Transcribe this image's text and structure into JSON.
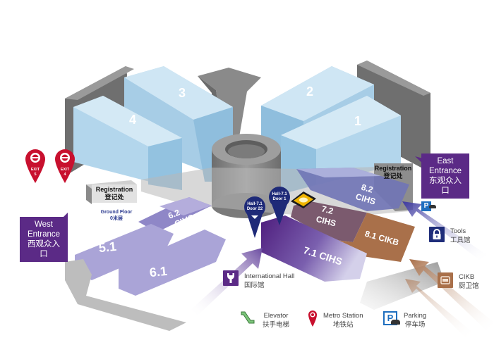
{
  "map": {
    "upper_halls": [
      {
        "id": "hall-4",
        "label": "4"
      },
      {
        "id": "hall-3",
        "label": "3"
      },
      {
        "id": "hall-2",
        "label": "2"
      },
      {
        "id": "hall-1",
        "label": "1"
      }
    ],
    "ground_halls": [
      {
        "id": "hall-5-1",
        "label": "5.1",
        "color": "#a9a3d6"
      },
      {
        "id": "hall-6-1",
        "label": "6.1",
        "color": "#a9a3d6"
      },
      {
        "id": "hall-6-2",
        "label": "6.2 CIHS",
        "line1": "6.2",
        "line2": "CIHS",
        "color": "#8f87c7"
      },
      {
        "id": "hall-7-1",
        "label": "7.1 CIHS",
        "color": "#5b2a86"
      },
      {
        "id": "hall-7-2",
        "label": "7.2 CIHS",
        "line1": "7.2",
        "line2": "CIHS",
        "color": "#7b5a6e"
      },
      {
        "id": "hall-8-1",
        "label": "8.1 CIKB",
        "color": "#a9704a"
      },
      {
        "id": "hall-8-2",
        "label": "8.2 CIHS",
        "line1": "8.2",
        "line2": "CIHS",
        "color": "#6a6fb0"
      }
    ],
    "registration_west": {
      "en": "Registration",
      "zh": "登记处"
    },
    "registration_east": {
      "en": "Registration",
      "zh": "登记处"
    },
    "ground_floor": {
      "en": "Ground Floor",
      "zh": "0米层"
    },
    "west_entrance": {
      "line1": "West",
      "line2": "Entrance",
      "zh": "西观众入口"
    },
    "east_entrance": {
      "line1": "East",
      "line2": "Entrance",
      "zh": "东观众入口"
    },
    "metro_exits": [
      {
        "label": "EXIT",
        "number": "5"
      },
      {
        "label": "EXIT",
        "number": "4"
      }
    ],
    "doors": [
      {
        "line1": "Hall-7.1",
        "line2": "Door 22"
      },
      {
        "line1": "Hall-7.1",
        "line2": "Door 1"
      }
    ]
  },
  "side_legend": {
    "tools": {
      "en": "Tools",
      "zh": "工具馆",
      "icon": "lock-icon",
      "color": "#1f2d7a"
    },
    "cikb": {
      "en": "CIKB",
      "zh": "厨卫馆",
      "icon": "oven-icon",
      "color": "#a9704a"
    },
    "international": {
      "en": "International Hall",
      "zh": "国际馆",
      "icon": "wrench-icon",
      "color": "#5b2a86"
    }
  },
  "legend": [
    {
      "en": "Elevator",
      "zh": "扶手电梯",
      "icon": "escalator-icon"
    },
    {
      "en": "Metro Station",
      "zh": "地铁站",
      "icon": "metro-icon"
    },
    {
      "en": "Parking",
      "zh": "停车场",
      "icon": "parking-icon"
    }
  ],
  "colors": {
    "hall_blue": "#bcdcee",
    "structure_gray": "#8a8a8a",
    "brand_purple": "#5b2a86",
    "metro_red": "#c8102e",
    "parking_blue": "#1f6fbf",
    "elevator_green": "#7cc47a"
  }
}
